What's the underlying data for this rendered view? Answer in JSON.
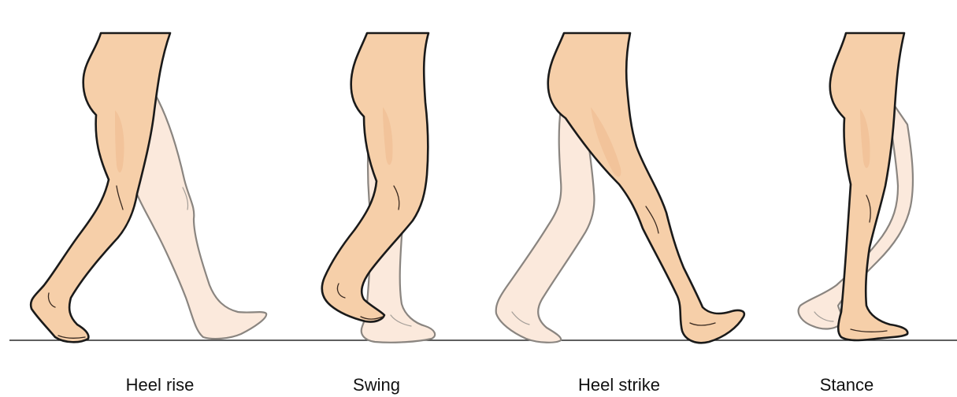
{
  "phases": [
    {
      "label": "Heel rise"
    },
    {
      "label": "Swing"
    },
    {
      "label": "Heel strike"
    },
    {
      "label": "Stance"
    }
  ],
  "colors": {
    "front_leg_fill": "#f6cfa9",
    "front_leg_outline": "#1a1a1a",
    "back_leg_fill": "#fbe9dc",
    "back_leg_outline": "#8a8580",
    "ground_line": "#2a2a2a"
  }
}
